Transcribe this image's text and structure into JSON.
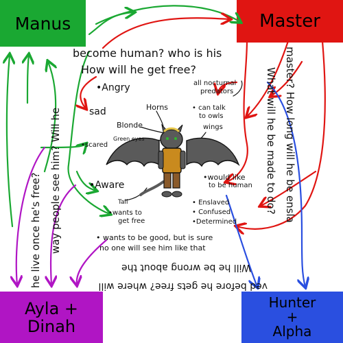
{
  "colors": {
    "manus": "#1aa832",
    "master": "#e01512",
    "ayla": "#b015c4",
    "hunter": "#2a4fe0",
    "ink": "#111111",
    "wing": "#5a5a5a",
    "tunic": "#c98a1e",
    "pants": "#8a5a2a"
  },
  "boxes": {
    "manus": "Manus",
    "master": "Master",
    "ayla_line1": "Ayla +",
    "ayla_line2": "Dinah",
    "hunter_line1": "Hunter",
    "hunter_line2": "+",
    "hunter_line3": "Alpha"
  },
  "questions": {
    "top1": "become human? who is his",
    "top2": "How will he get free?",
    "left_outer": "he live once he's free?",
    "left_inner": "way people see him? Will he",
    "right_outer": "master? How long will he be ensla",
    "right_inner": "What will he be made to do?",
    "bottom_outer": "ved before he gets free? where will",
    "bottom_inner": "Will he be wrong about the"
  },
  "traits": {
    "angry": "•Angry",
    "sad": "sad",
    "scared": "•scared",
    "aware": "•Aware",
    "predators1": "all nocturnal",
    "predators2": "predators",
    "talk1": "• can talk",
    "talk2": "to owls",
    "human1": "•would like",
    "human2": "to be human",
    "enslaved": "• Enslaved",
    "confused": "• Confused",
    "determined": "•Determined",
    "free1": "•wants to",
    "free2": "get free",
    "good1": "• wants to be good, but is sure",
    "good2": "no one will see him like that"
  },
  "labels": {
    "horns": "Horns",
    "blonde": "Blonde",
    "green_eyes": "Green eyes",
    "wings": "wings",
    "tail": "Tail"
  }
}
